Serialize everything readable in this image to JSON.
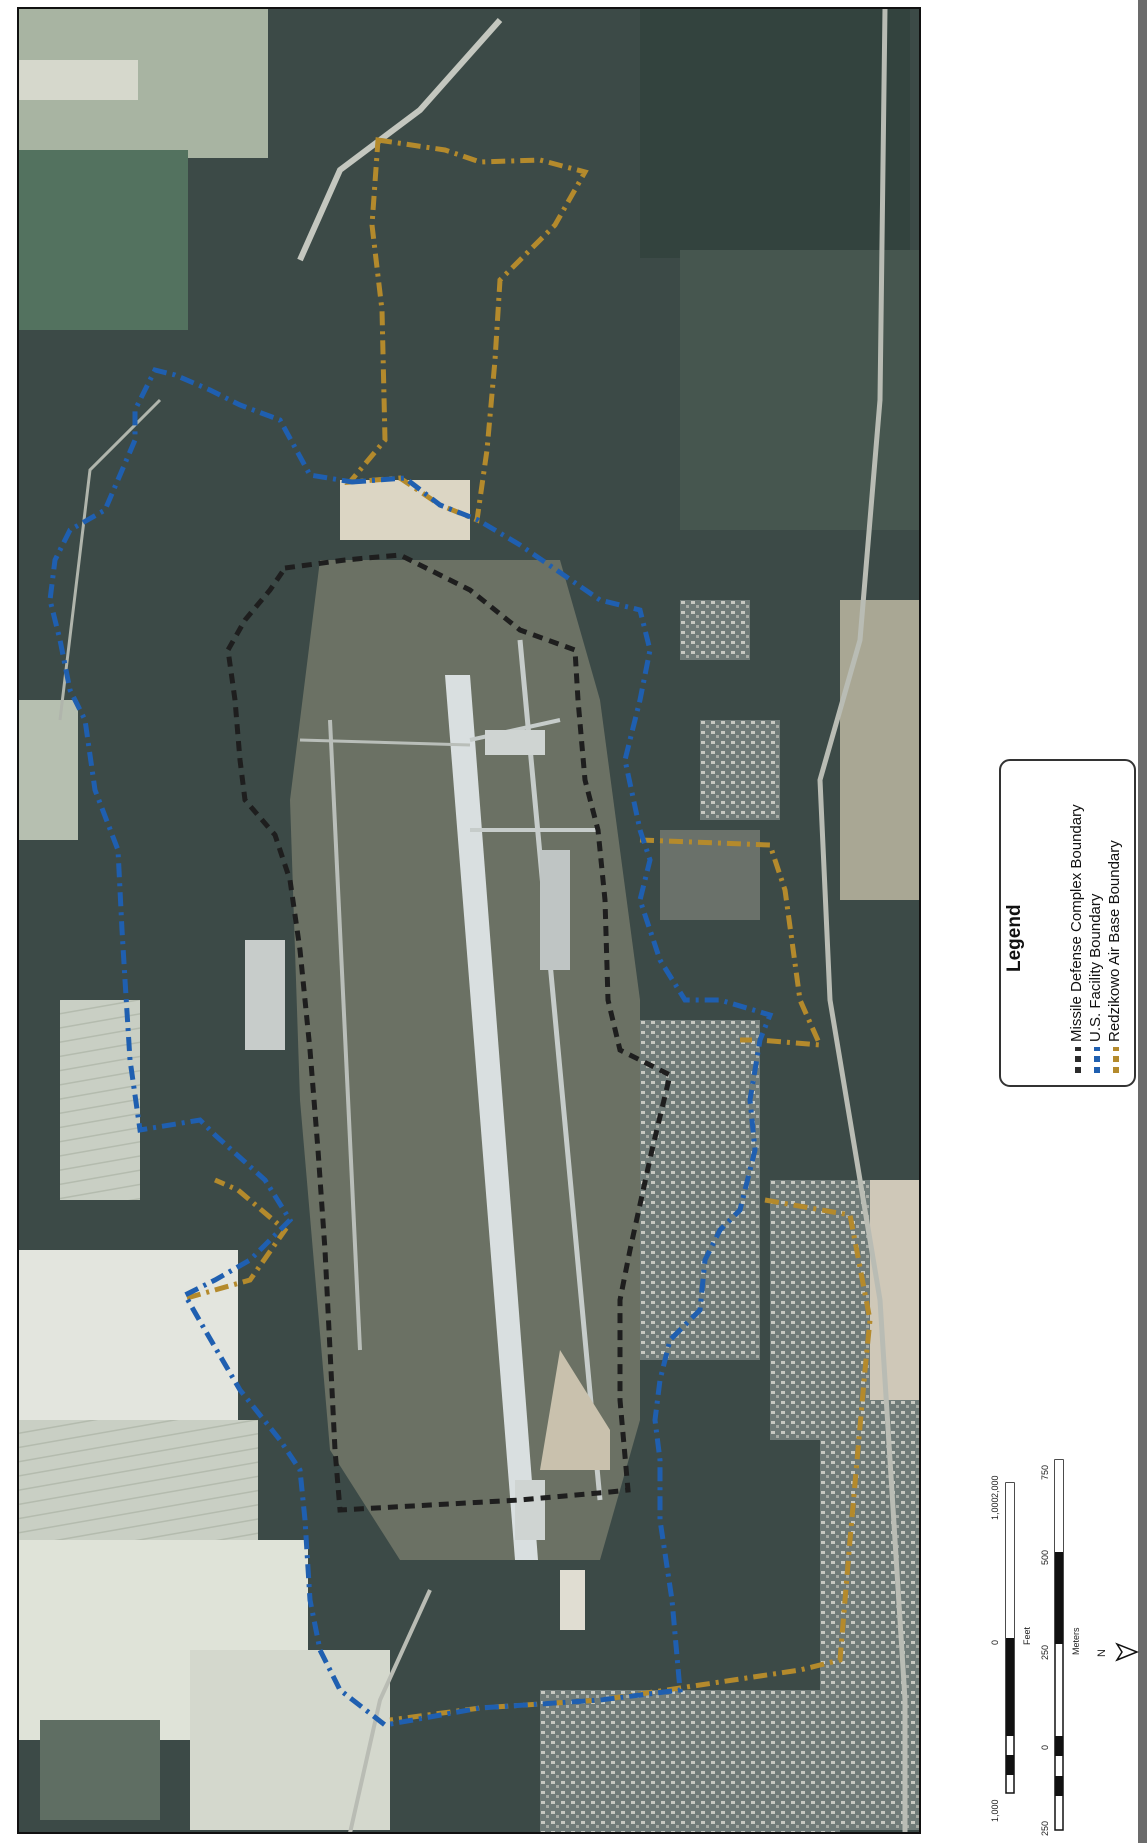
{
  "map": {
    "legend": {
      "title": "Legend",
      "items": [
        {
          "label": "Missile Defense Complex Boundary",
          "color": "#2b2b2b"
        },
        {
          "label": "U.S. Facility Boundary",
          "color": "#1f5fb0"
        },
        {
          "label": "Redzikowo Air Base Boundary",
          "color": "#b48a2c"
        }
      ]
    },
    "scale_bar": {
      "feet": {
        "unit_label": "Feet",
        "ticks": [
          "1,000",
          "0",
          "1,000",
          "2,000"
        ]
      },
      "meters": {
        "unit_label": "Meters",
        "ticks": [
          "250",
          "0",
          "250",
          "500",
          "750"
        ]
      }
    },
    "north_label": "N",
    "colors": {
      "forest": "#2f3d3a",
      "field_light": "#d8ddd2",
      "field_green": "#6f8a7a",
      "runway": "#d9dfe0",
      "airfield_grass": "#6d7466"
    }
  }
}
